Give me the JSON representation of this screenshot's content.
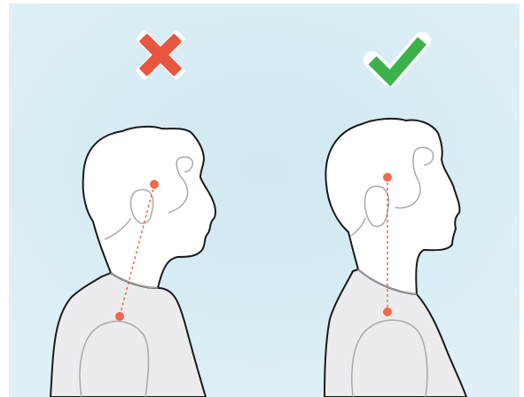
{
  "panels": [
    {
      "id": "bad",
      "verdict_icon": "cross-icon",
      "verdict_color": "#e8563f",
      "head_position": "forward"
    },
    {
      "id": "good",
      "verdict_icon": "check-icon",
      "verdict_color": "#3cb34a",
      "head_position": "aligned"
    }
  ],
  "colors": {
    "background": "#d9eef6",
    "skin": "#ffffff",
    "shirt": "#ececee",
    "outline": "#1a1a1a",
    "detail_line": "#a9a9ad",
    "marker": "#ee6a4c"
  }
}
